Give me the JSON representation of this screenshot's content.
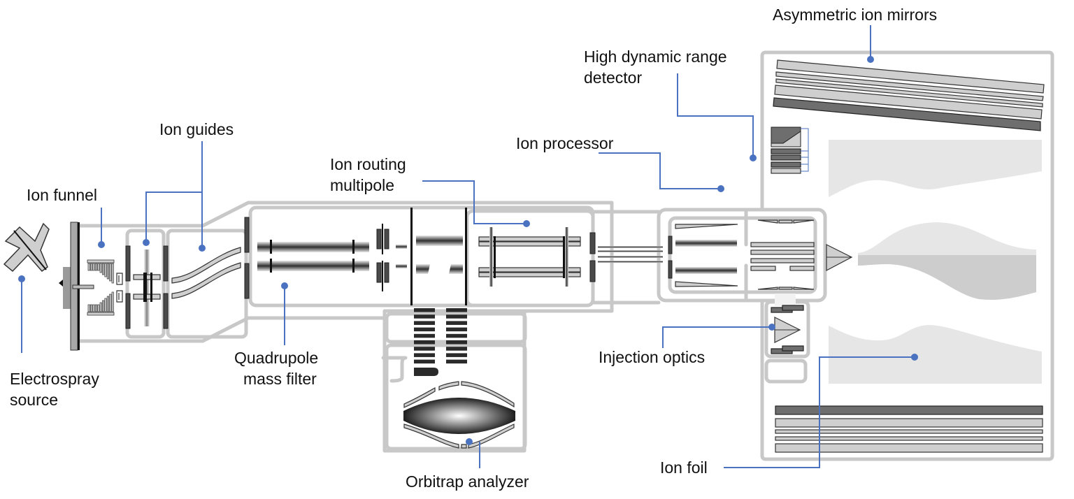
{
  "title": "Orbitrap Astral mass spectrometer schematic",
  "colors": {
    "callout": "#4a72c0",
    "frame": "#c8c8c8",
    "electrode_dark": "#4a4a4a",
    "electrode_light": "#cfcfcf",
    "text": "#111111"
  },
  "labels": {
    "electrospray_source": [
      "Electrospray",
      "source"
    ],
    "ion_funnel": "Ion funnel",
    "ion_guides": "Ion guides",
    "quadrupole_mass_filter": [
      "Quadrupole",
      "mass filter"
    ],
    "ion_routing_multipole": [
      "Ion routing",
      "multipole"
    ],
    "orbitrap_analyzer": "Orbitrap analyzer",
    "ion_processor": "Ion processor",
    "high_dynamic_range_detector": [
      "High dynamic range",
      "detector"
    ],
    "asymmetric_ion_mirrors": "Asymmetric ion mirrors",
    "injection_optics": "Injection optics",
    "ion_foil": "Ion foil"
  }
}
